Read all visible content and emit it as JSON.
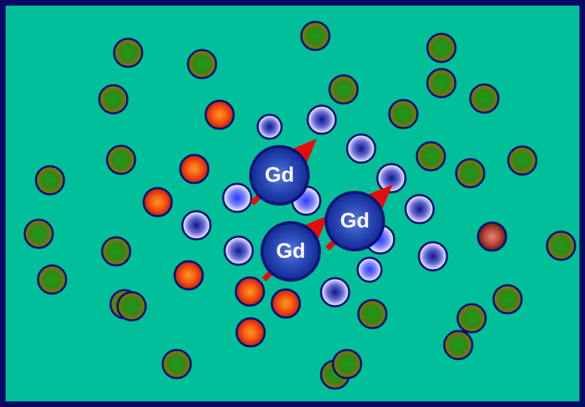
{
  "colors": {
    "background": "#00bf99",
    "frame": "#050a66",
    "ion_outline": "#05127a",
    "arrow": "#e80b0b",
    "green_ion": [
      "#1f9a1a",
      "#2c8a16",
      "#9a6a08"
    ],
    "orange_ion": [
      "#ff9a20",
      "#f25412",
      "#c51c0c"
    ],
    "blue_ion": [
      "#0a1a80",
      "#6a6ad8",
      "#ffffff"
    ],
    "light_blue_ion": [
      "#2a3aff",
      "#7f86ff",
      "#ffffff"
    ],
    "pink_ion": [
      "#f07a7a",
      "#b84a3a",
      "#6a1a10"
    ],
    "gd_ion": [
      "#5a7ad8",
      "#2a4ab8",
      "#122a92"
    ]
  },
  "gd_atoms": [
    {
      "label": "Gd"
    },
    {
      "label": "Gd"
    },
    {
      "label": "Gd"
    }
  ],
  "legend": []
}
